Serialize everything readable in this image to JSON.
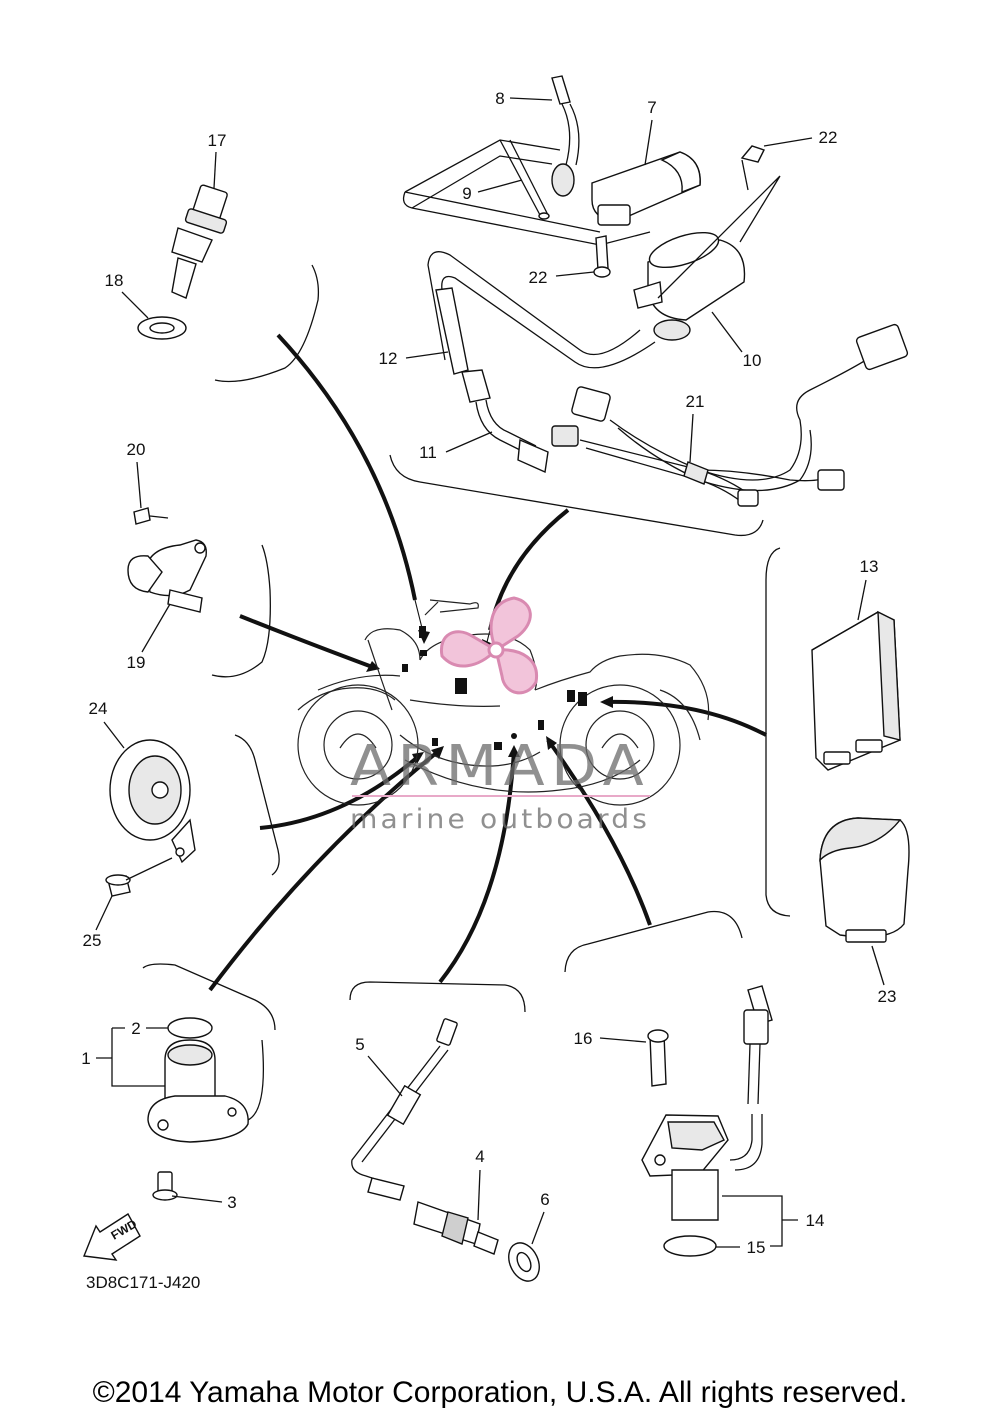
{
  "diagram": {
    "part_code": "3D8C171-J420",
    "fwd_label": "FWD",
    "callouts": [
      "1",
      "2",
      "3",
      "4",
      "5",
      "6",
      "7",
      "8",
      "9",
      "10",
      "11",
      "12",
      "13",
      "14",
      "15",
      "16",
      "17",
      "18",
      "19",
      "20",
      "21",
      "22",
      "22",
      "23",
      "24",
      "25"
    ],
    "watermark": {
      "brand": "ARMADA",
      "tagline": "marine outboards",
      "color": "#e8a9c8"
    }
  },
  "footer": {
    "copyright": "©2014 Yamaha Motor Corporation, U.S.A. All rights reserved."
  }
}
